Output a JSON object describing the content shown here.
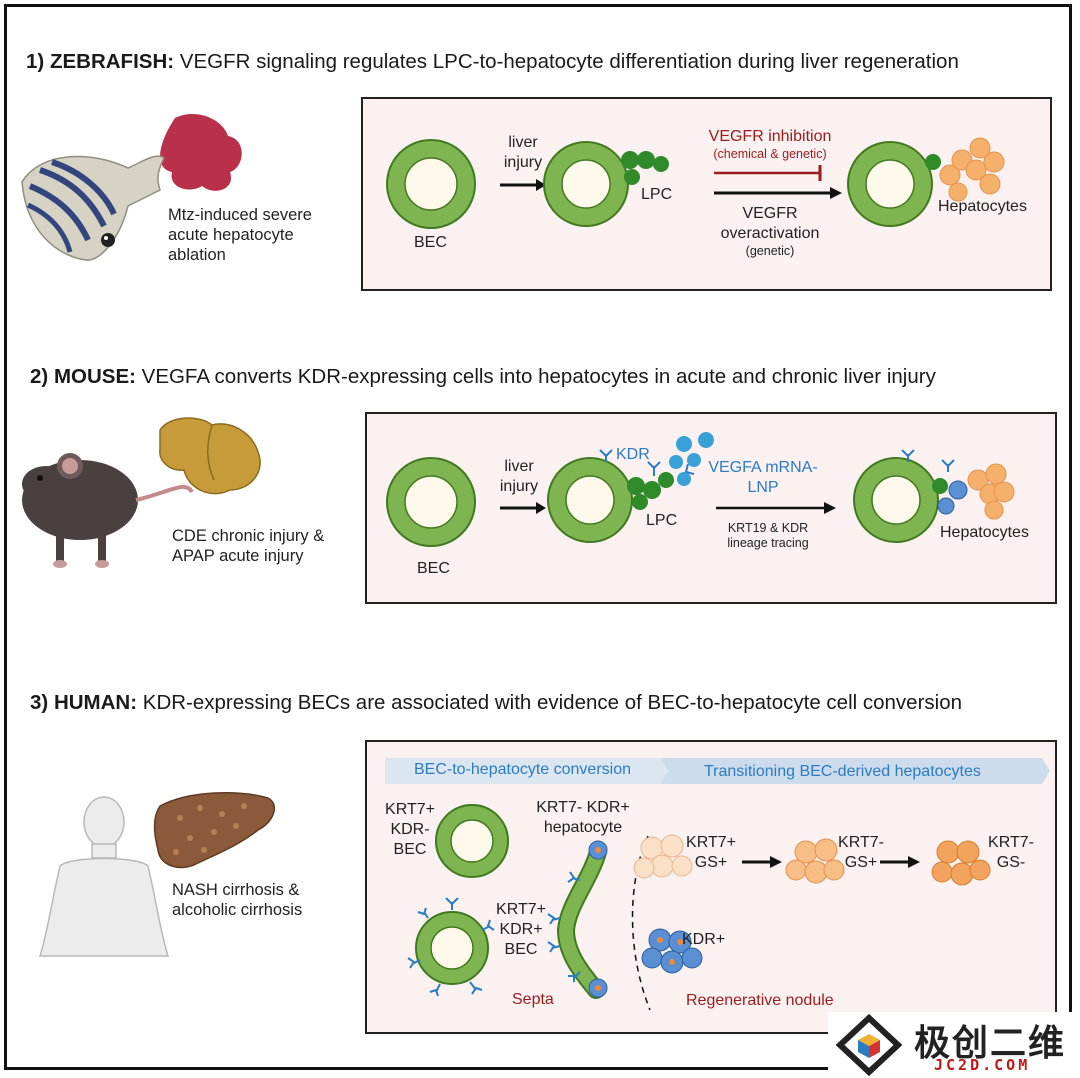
{
  "colors": {
    "bec_green": "#7fb550",
    "bec_dark": "#3f7a1f",
    "lpc_green": "#2f8a2a",
    "hepatocyte_orange": "#f5b06b",
    "kdr_blue": "#2b7cc3",
    "panel_pink": "#fbf1f1",
    "inhibition_red": "#9b1b1e"
  },
  "section1": {
    "number": "1)",
    "organism": "ZEBRAFISH:",
    "title": "VEGFR signaling regulates LPC-to-hepatocyte differentiation during liver regeneration",
    "model_caption": "Mtz-induced severe acute hepatocyte ablation",
    "bec_label": "BEC",
    "injury_label": "liver injury",
    "lpc_label": "LPC",
    "inhibition_title": "VEGFR inhibition",
    "inhibition_detail": "(chemical & genetic)",
    "overactivation_title": "VEGFR overactivation",
    "overactivation_detail": "(genetic)",
    "hepatocytes_label": "Hepatocytes"
  },
  "section2": {
    "number": "2)",
    "organism": "MOUSE:",
    "title": "VEGFA converts KDR-expressing cells into hepatocytes in acute and chronic liver injury",
    "model_caption": "CDE chronic injury & APAP acute injury",
    "bec_label": "BEC",
    "injury_label": "liver injury",
    "kdr_label": "KDR",
    "lpc_label": "LPC",
    "treatment_label": "VEGFA mRNA-LNP",
    "tracing_label": "KRT19 & KDR lineage tracing",
    "hepatocytes_label": "Hepatocytes"
  },
  "section3": {
    "number": "3)",
    "organism": "HUMAN:",
    "title": "KDR-expressing BECs are associated with evidence of BEC-to-hepatocyte cell conversion",
    "model_caption": "NASH cirrhosis & alcoholic cirrhosis",
    "banner_left": "BEC-to-hepatocyte conversion",
    "banner_right": "Transitioning BEC-derived hepatocytes",
    "bec_kdr_neg": "KRT7+ KDR- BEC",
    "bec_kdr_pos": "KRT7+ KDR+ BEC",
    "septa_hepatocyte": "KRT7- KDR+ hepatocyte",
    "septa_label": "Septa",
    "stage1": "KRT7+ GS+",
    "stage2": "KRT7- GS+",
    "stage3": "KRT7- GS-",
    "nodule_kdr": "KDR+",
    "nodule_label": "Regenerative nodule"
  },
  "watermark": {
    "cn": "极创二维",
    "en": "JC2D.COM"
  }
}
